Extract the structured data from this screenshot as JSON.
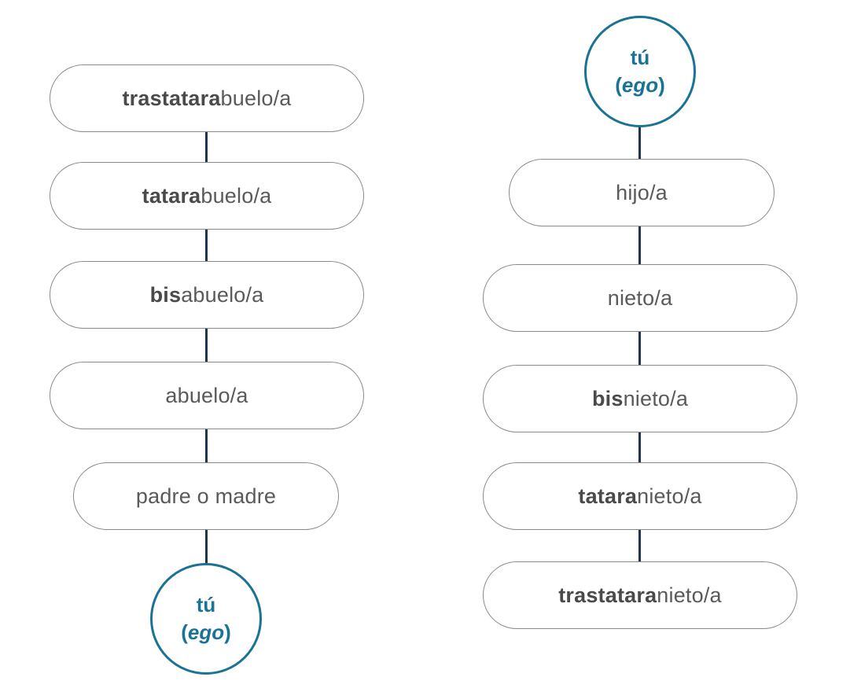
{
  "left_column": {
    "boxes": [
      {
        "prefix": "trastatara",
        "suffix": "buelo/a"
      },
      {
        "prefix": "tatara",
        "suffix": "buelo/a"
      },
      {
        "prefix": "bis",
        "suffix": "abuelo/a"
      },
      {
        "prefix": "",
        "suffix": "abuelo/a"
      },
      {
        "prefix": "",
        "suffix": "padre o madre"
      }
    ],
    "ego": {
      "line1": "tú",
      "paren_open": "(",
      "word": "ego",
      "paren_close": ")"
    }
  },
  "right_column": {
    "ego": {
      "line1": "tú",
      "paren_open": "(",
      "word": "ego",
      "paren_close": ")"
    },
    "boxes": [
      {
        "prefix": "",
        "suffix": "hijo/a"
      },
      {
        "prefix": "",
        "suffix": "nieto/a"
      },
      {
        "prefix": "bis",
        "suffix": "nieto/a"
      },
      {
        "prefix": "tatara",
        "suffix": "nieto/a"
      },
      {
        "prefix": "trastatara",
        "suffix": "nieto/a"
      }
    ]
  },
  "colors": {
    "connector": "#1d3550",
    "ego_accent": "#1a7394",
    "box_border": "#8a8a8a",
    "text": "#5a5a5a"
  }
}
